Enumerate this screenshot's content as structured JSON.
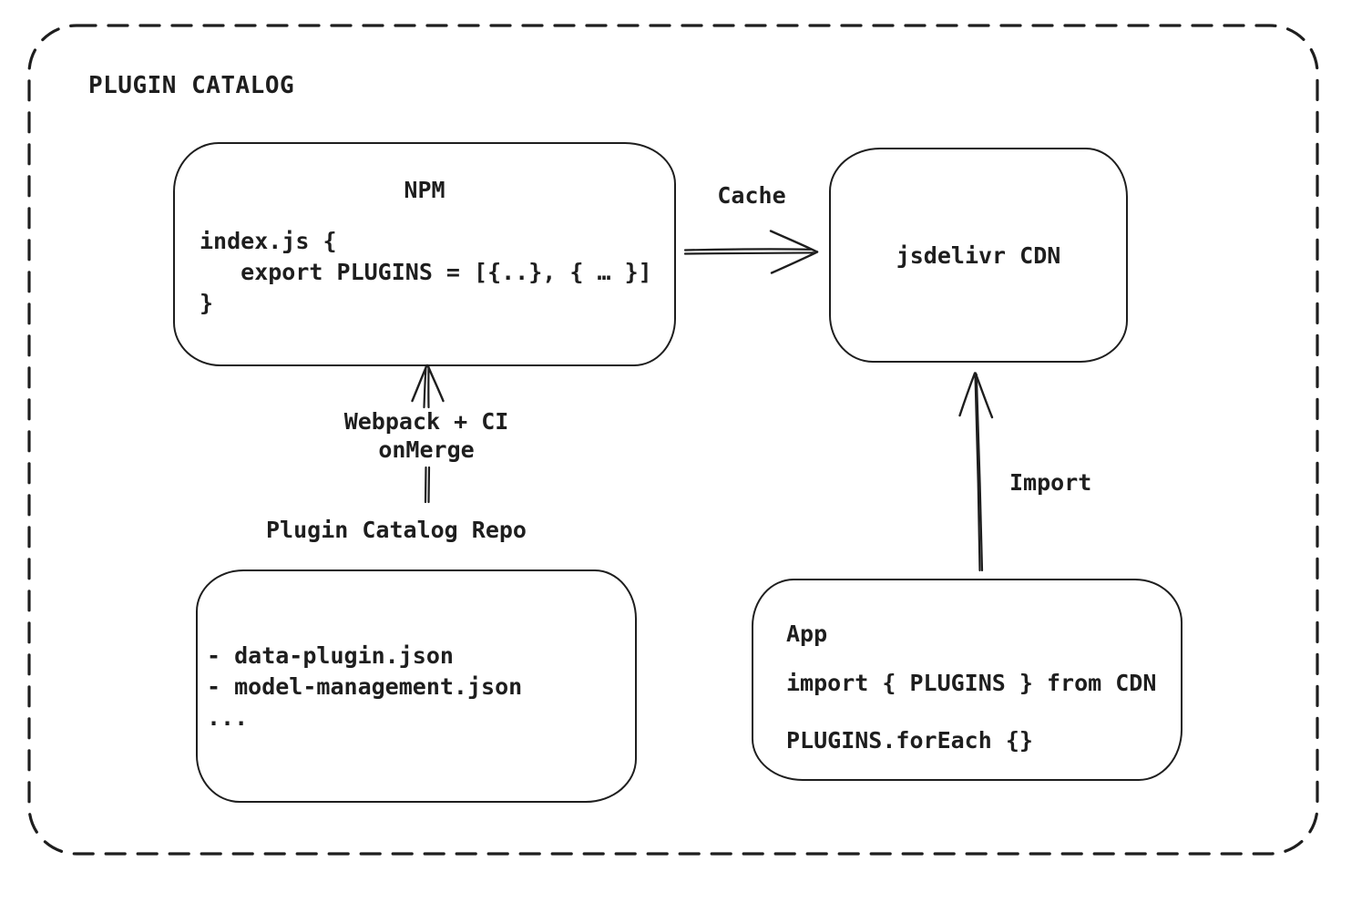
{
  "diagram": {
    "title": "PLUGIN CATALOG",
    "nodes": {
      "npm": {
        "title": "NPM",
        "code": [
          "index.js {",
          "   export PLUGINS = [{..}, { … }]",
          "}"
        ]
      },
      "cdn": {
        "label": "jsdelivr CDN"
      },
      "repo": {
        "heading": "Plugin Catalog Repo",
        "files": [
          "- data-plugin.json",
          "- model-management.json",
          "..."
        ]
      },
      "app": {
        "title": "App",
        "code": [
          "import { PLUGINS } from CDN",
          "PLUGINS.forEach {}"
        ]
      }
    },
    "edges": {
      "cache": {
        "label": "Cache",
        "from": "NPM",
        "to": "jsdelivr CDN"
      },
      "build": {
        "labels": [
          "Webpack + CI",
          "onMerge"
        ],
        "from": "Plugin Catalog Repo",
        "to": "NPM"
      },
      "import": {
        "label": "Import",
        "from": "App",
        "to": "jsdelivr CDN"
      }
    },
    "colors": {
      "stroke": "#1e1e1e",
      "background": "#ffffff"
    }
  }
}
